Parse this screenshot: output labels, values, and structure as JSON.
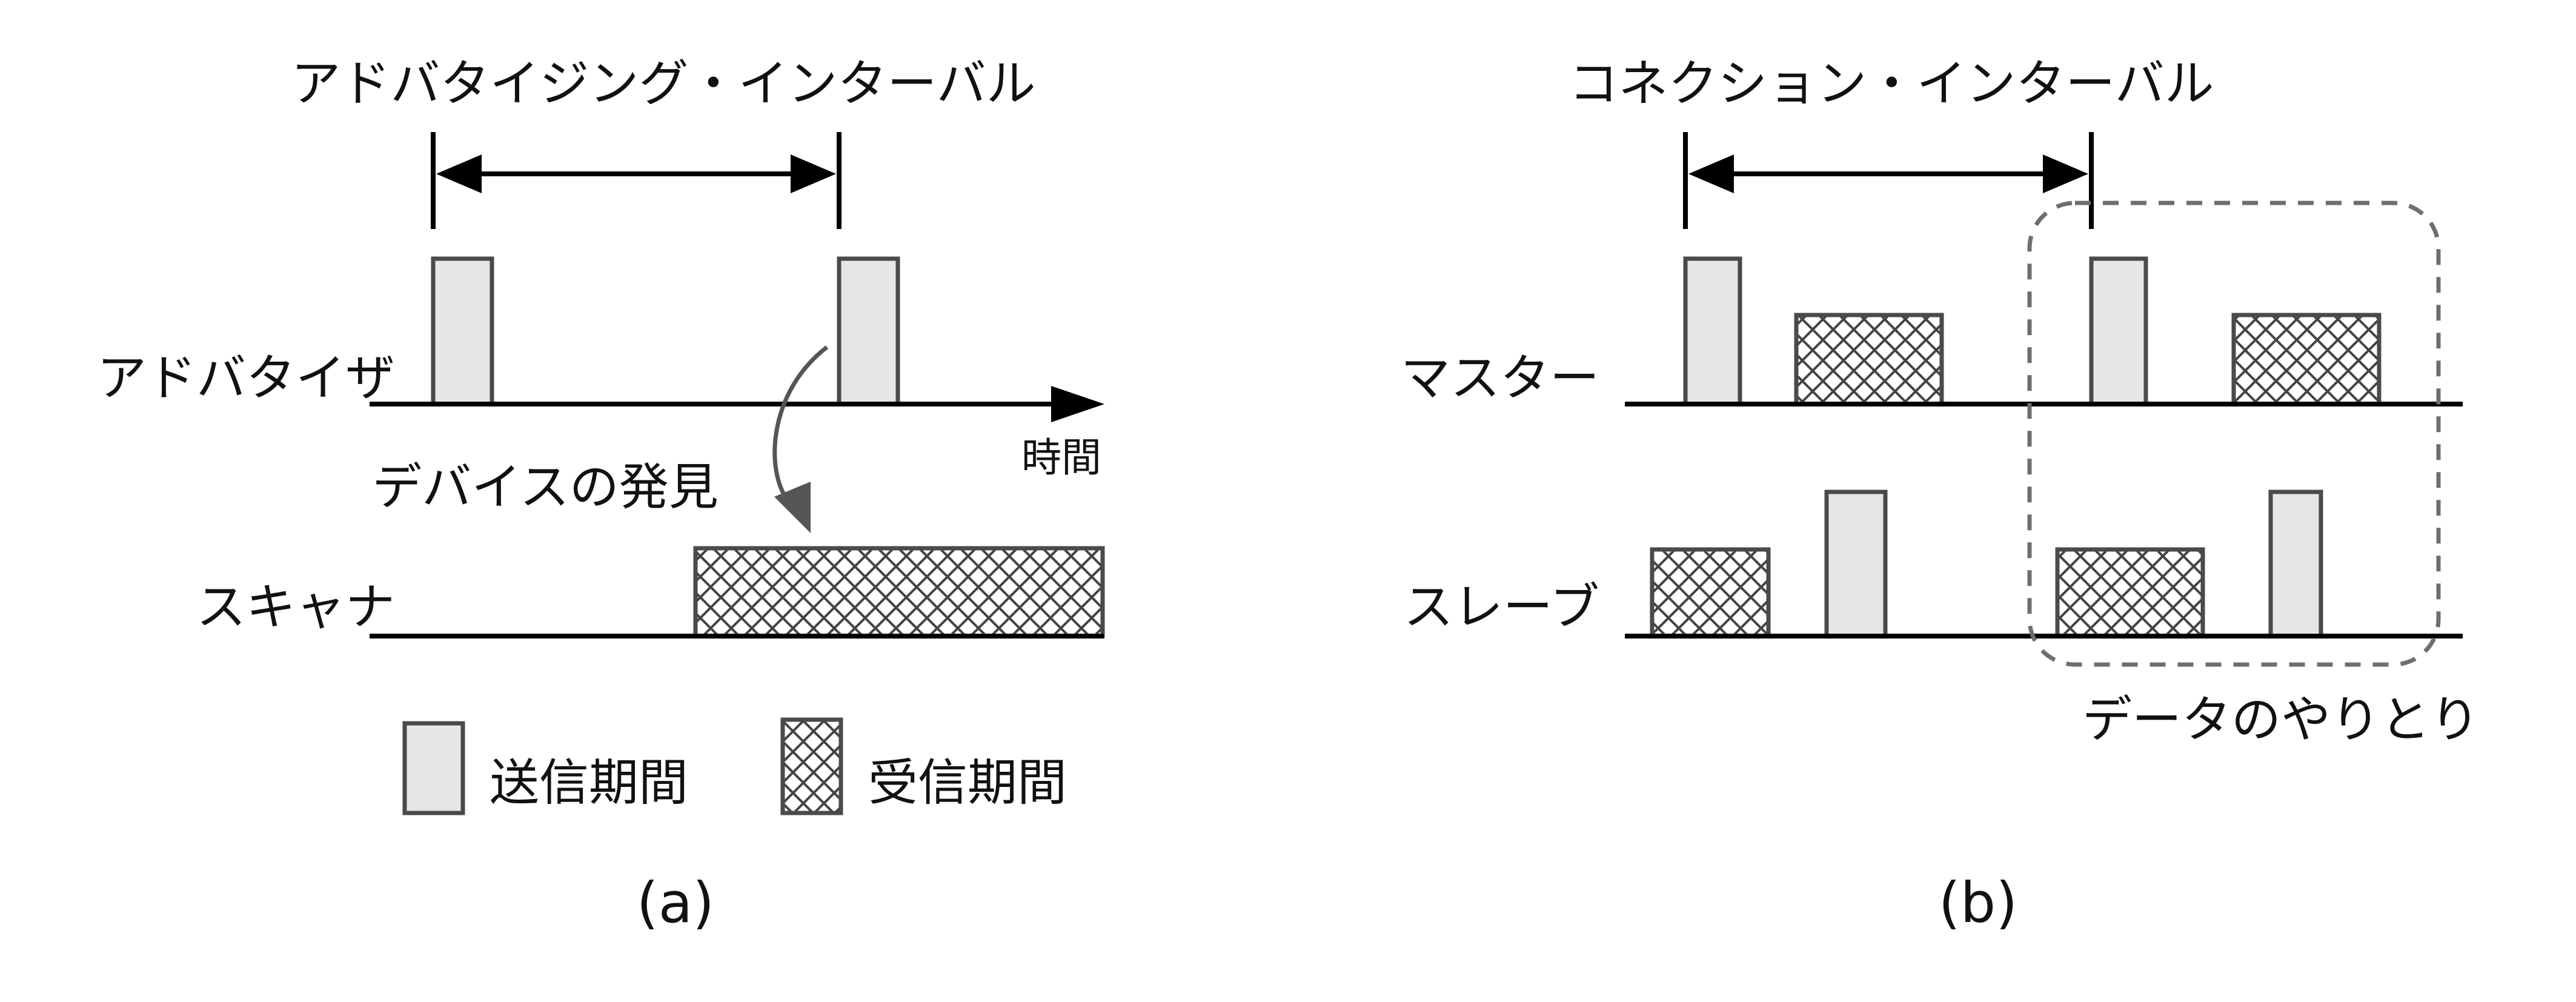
{
  "panel_a": {
    "interval_label": "アドバタイジング・インターバル",
    "advertiser_label": "アドバタイザ",
    "scanner_label": "スキャナ",
    "time_label": "時間",
    "discovery_label": "デバイスの発見",
    "caption": "(a)"
  },
  "panel_b": {
    "interval_label": "コネクション・インターバル",
    "master_label": "マスター",
    "slave_label": "スレーブ",
    "exchange_label": "データのやりとり",
    "caption": "(b)"
  },
  "legend": {
    "transmit_label": "送信期間",
    "receive_label": "受信期間"
  },
  "colors": {
    "transmit_fill": "#e6e6e6",
    "outline": "#4a4a4a",
    "line": "#000000",
    "dashed": "#6e6e6e"
  }
}
